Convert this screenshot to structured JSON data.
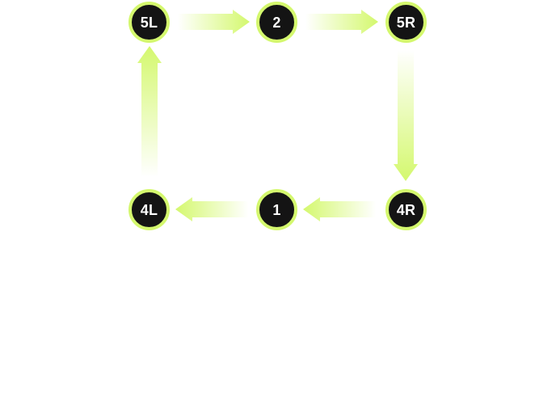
{
  "colors": {
    "accent": "#d4f86e",
    "node_fill": "#141414",
    "node_text": "#ffffff",
    "background": "#ffffff"
  },
  "nodes": {
    "n5L": {
      "label": "5L"
    },
    "n2": {
      "label": "2"
    },
    "n5R": {
      "label": "5R"
    },
    "n4R": {
      "label": "4R"
    },
    "n1": {
      "label": "1"
    },
    "n4L": {
      "label": "4L"
    }
  },
  "edges": [
    {
      "from": "5L",
      "to": "2"
    },
    {
      "from": "2",
      "to": "5R"
    },
    {
      "from": "5R",
      "to": "4R"
    },
    {
      "from": "4R",
      "to": "1"
    },
    {
      "from": "1",
      "to": "4L"
    },
    {
      "from": "4L",
      "to": "5L"
    }
  ]
}
